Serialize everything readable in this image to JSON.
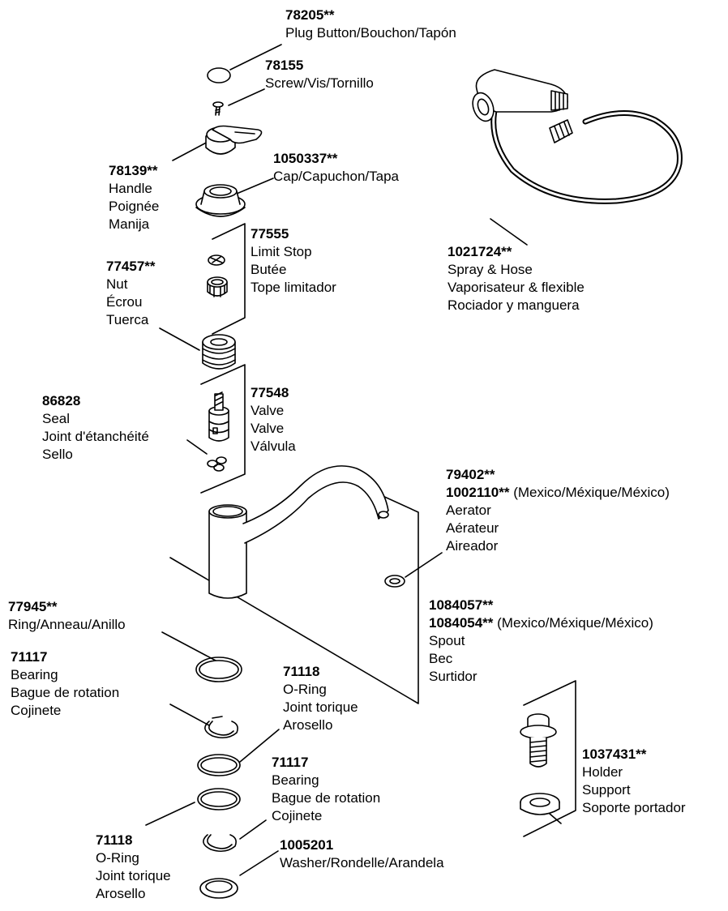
{
  "parts": {
    "plug_button": {
      "number": "78205**",
      "lines": [
        "Plug Button/Bouchon/Tapón"
      ]
    },
    "screw": {
      "number": "78155",
      "lines": [
        "Screw/Vis/Tornillo"
      ]
    },
    "handle": {
      "number": "78139**",
      "lines": [
        "Handle",
        "Poignée",
        "Manija"
      ]
    },
    "cap": {
      "number": "1050337**",
      "lines": [
        "Cap/Capuchon/Tapa"
      ]
    },
    "limit_stop": {
      "number": "77555",
      "lines": [
        "Limit Stop",
        "Butée",
        "Tope limitador"
      ]
    },
    "nut": {
      "number": "77457**",
      "lines": [
        "Nut",
        "Écrou",
        "Tuerca"
      ]
    },
    "spray_hose": {
      "number": "1021724**",
      "lines": [
        "Spray & Hose",
        "Vaporisateur & flexible",
        "Rociador y manguera"
      ]
    },
    "seal": {
      "number": "86828",
      "lines": [
        "Seal",
        "Joint d'étanchéité",
        "Sello"
      ]
    },
    "valve": {
      "number": "77548",
      "lines": [
        "Valve",
        "Valve",
        "Válvula"
      ]
    },
    "aerator": {
      "number": "79402**",
      "number2": "1002110**",
      "number2_note": " (Mexico/Méxique/México)",
      "lines": [
        "Aerator",
        "Aérateur",
        "Aireador"
      ]
    },
    "spout": {
      "number": "1084057**",
      "number2": "1084054**",
      "number2_note": " (Mexico/Méxique/México)",
      "lines": [
        "Spout",
        "Bec",
        "Surtidor"
      ]
    },
    "ring": {
      "number": "77945**",
      "lines": [
        "Ring/Anneau/Anillo"
      ]
    },
    "bearing_upper": {
      "number": "71117",
      "lines": [
        "Bearing",
        "Bague de rotation",
        "Cojinete"
      ]
    },
    "oring_upper": {
      "number": "71118",
      "lines": [
        "O-Ring",
        "Joint torique",
        "Arosello"
      ]
    },
    "bearing_lower": {
      "number": "71117",
      "lines": [
        "Bearing",
        "Bague de rotation",
        "Cojinete"
      ]
    },
    "oring_lower": {
      "number": "71118",
      "lines": [
        "O-Ring",
        "Joint torique",
        "Arosello"
      ]
    },
    "washer": {
      "number": "1005201",
      "lines": [
        "Washer/Rondelle/Arandela"
      ]
    },
    "holder": {
      "number": "1037431**",
      "lines": [
        "Holder",
        "Support",
        "Soporte portador"
      ]
    }
  },
  "icons": [
    "plug-button-icon",
    "screw-icon",
    "handle-icon",
    "cap-icon",
    "limit-stop-icon",
    "nut-icon",
    "valve-cartridge-icon",
    "seal-icon",
    "spout-icon",
    "aerator-icon",
    "spray-hose-icon",
    "ring-icon",
    "bearing-icon",
    "o-ring-icon",
    "washer-icon",
    "holder-icon"
  ]
}
